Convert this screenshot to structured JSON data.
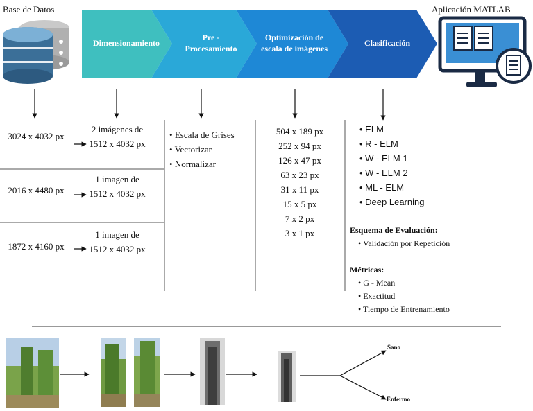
{
  "header": {
    "database_label": "Base de Datos",
    "app_label": "Aplicación MATLAB"
  },
  "pipeline": {
    "stages": [
      "Dimensionamiento",
      "Pre - Procesamiento",
      "Optimización de escala de imágenes",
      "Clasificación"
    ],
    "colors": [
      "#3fbfbf",
      "#2aa8d8",
      "#1e88d6",
      "#1c5cb3"
    ]
  },
  "dimensions": {
    "rows": [
      {
        "original": "3024 x 4032 px",
        "result": "2 imágenes de 1512 x 4032 px"
      },
      {
        "original": "2016 x 4480 px",
        "result": "1 imagen de 1512 x 4032 px"
      },
      {
        "original": "1872 x 4160 px",
        "result": "1 imagen de 1512 x 4032 px"
      }
    ]
  },
  "preprocessing": {
    "items": [
      "Escala de Grises",
      "Vectorizar",
      "Normalizar"
    ]
  },
  "scales": {
    "items": [
      "504 x 189 px",
      "252 x 94 px",
      "126 x 47 px",
      "63 x 23 px",
      "31 x 11 px",
      "15 x 5 px",
      "7 x 2 px",
      "3 x 1 px"
    ]
  },
  "classification": {
    "models": [
      "ELM",
      "R - ELM",
      "W - ELM 1",
      "W - ELM 2",
      "ML - ELM",
      "Deep Learning"
    ],
    "evaluation_title": "Esquema de Evaluación:",
    "evaluation_items": [
      "Validación por Repetición"
    ],
    "metrics_title": "Métricas:",
    "metrics_items": [
      "G - Mean",
      "Exactitud",
      "Tiempo de Entrenamiento"
    ]
  },
  "bottom_flow": {
    "output_healthy": "Sano",
    "output_diseased": "Enfermo"
  }
}
